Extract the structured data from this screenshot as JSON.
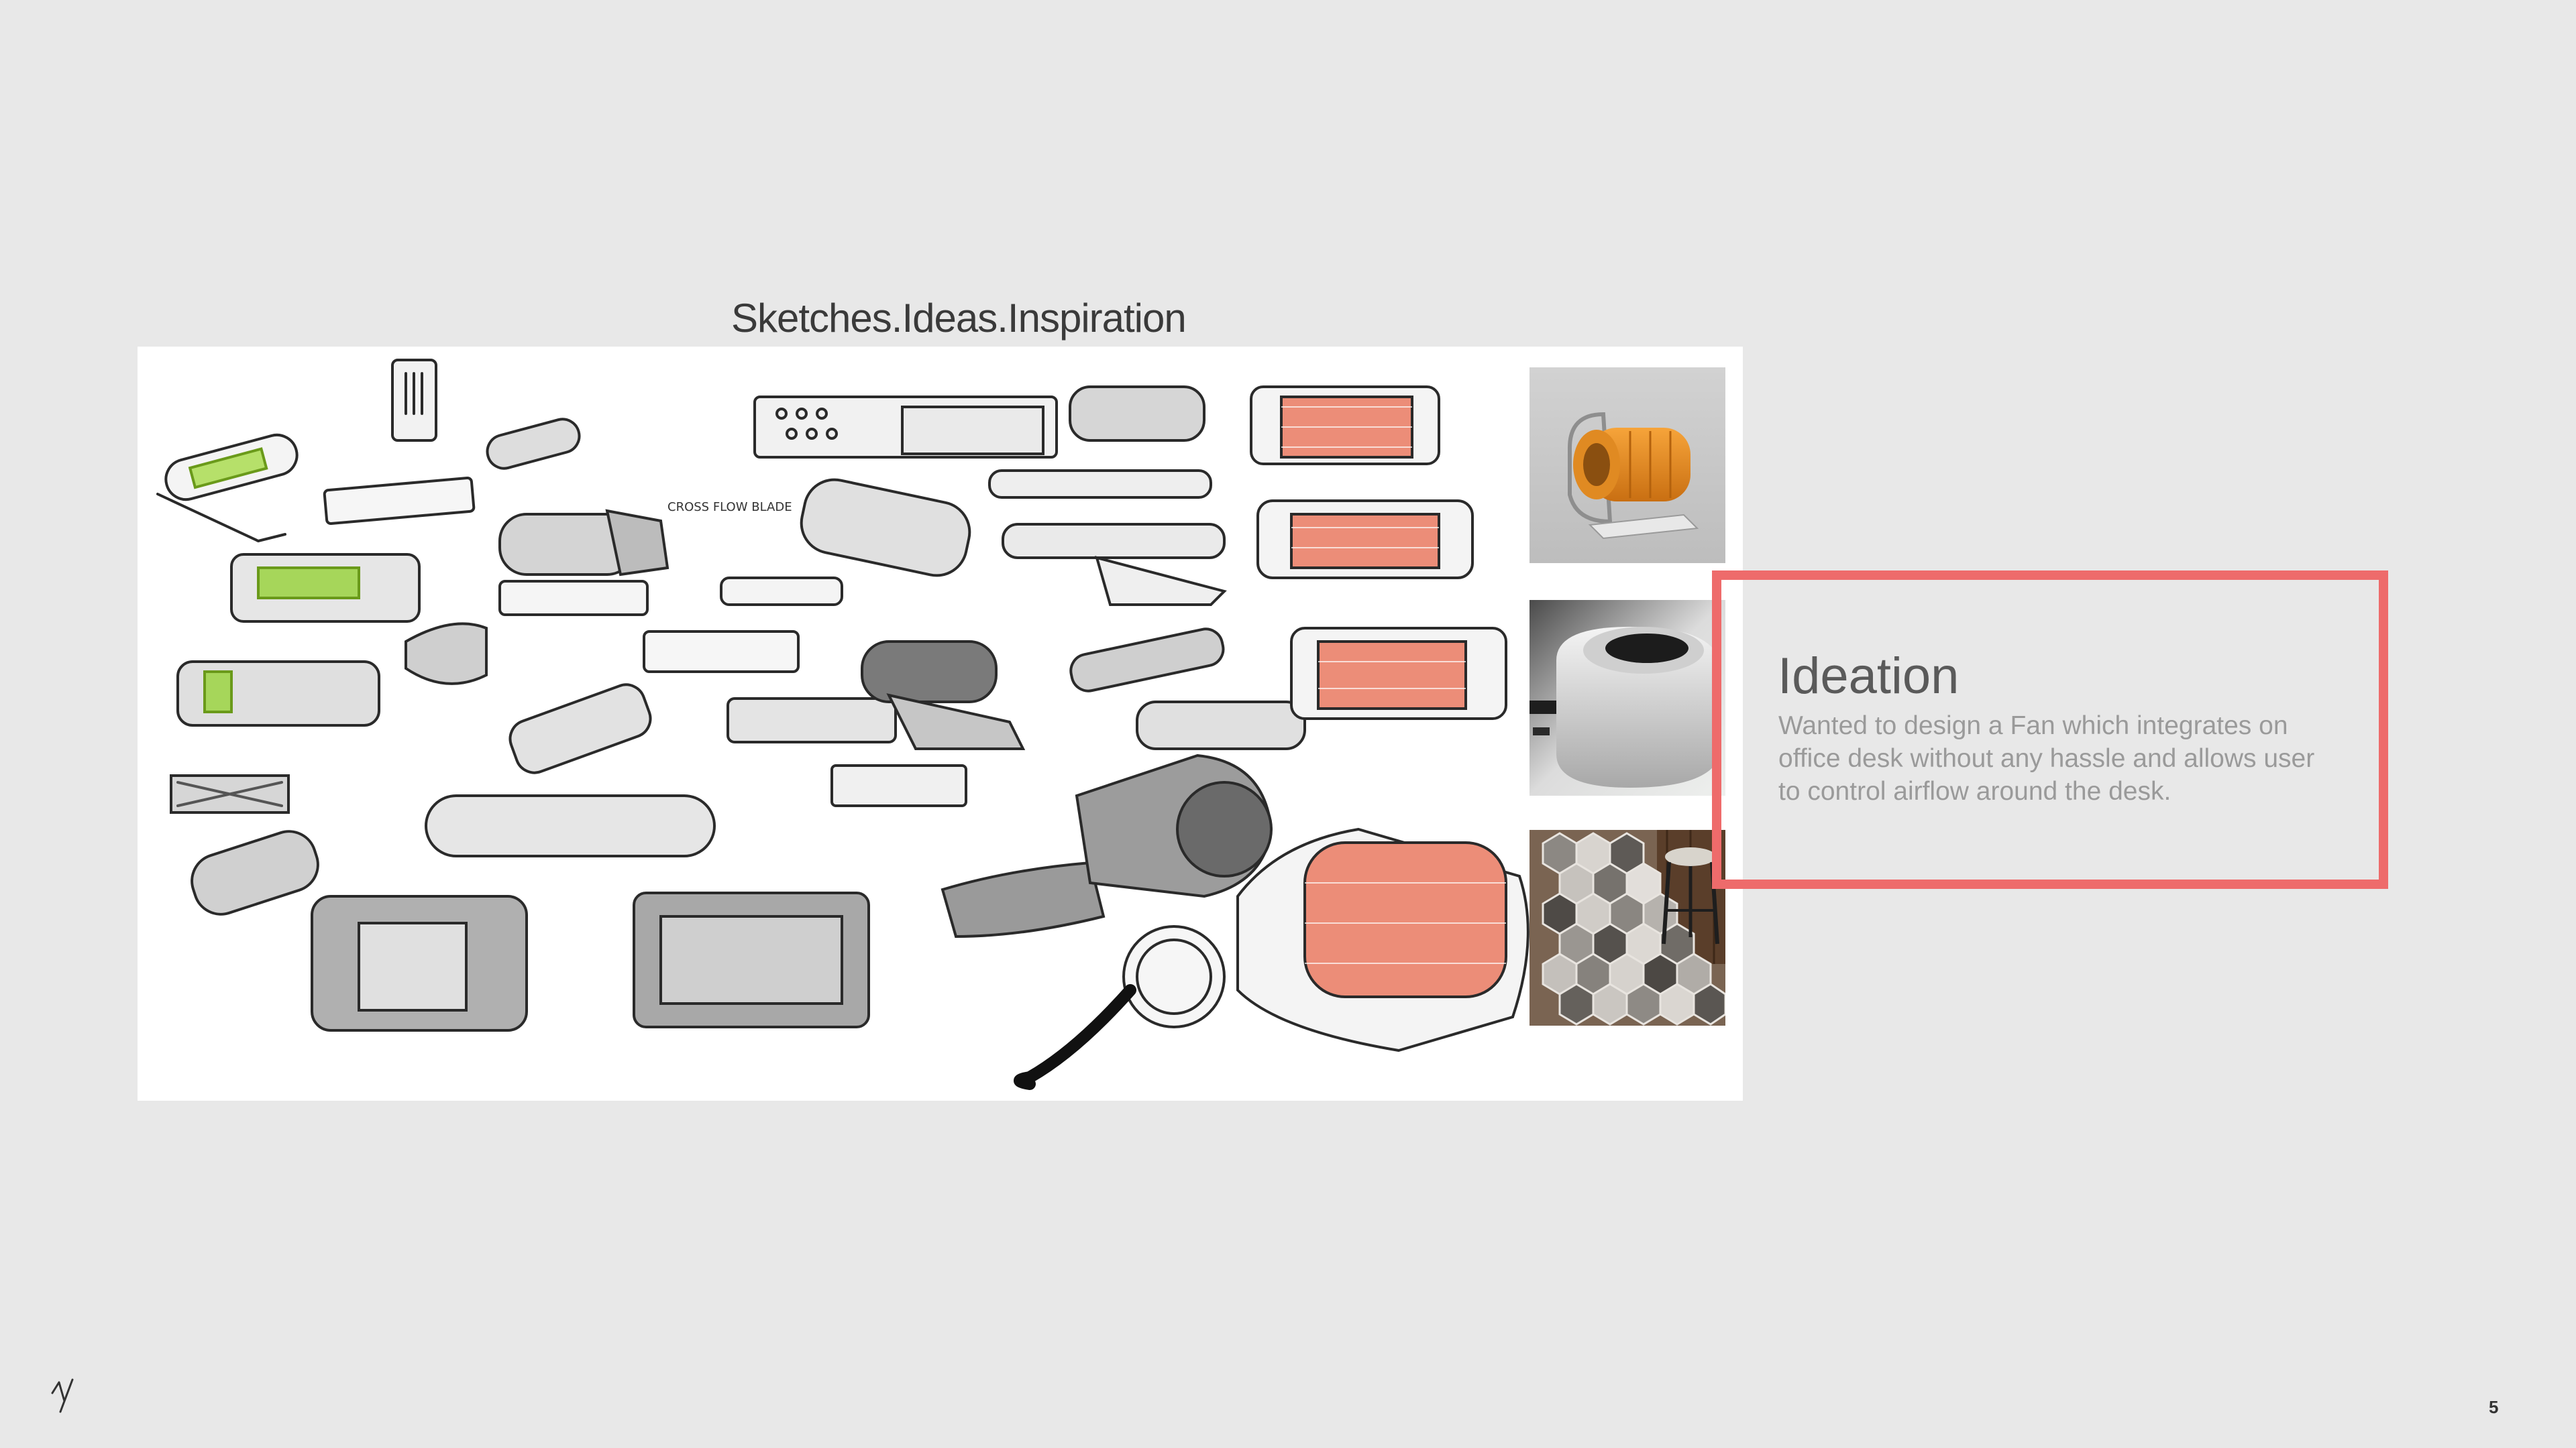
{
  "slide": {
    "section_heading": "Sketches.Ideas.Inspiration",
    "sketch_annotation": "CROSS FLOW BLADE",
    "ideation": {
      "title": "Ideation",
      "description": "Wanted to design a Fan which integrates on office desk without any hassle and allows user to control airflow around the desk."
    },
    "page_number": "5"
  },
  "colors": {
    "background": "#e8e8e8",
    "highlight_frame": "#ee6b6b",
    "sketch_accent_orange": "#e8826b",
    "sketch_accent_green": "#9ccc3a"
  },
  "images": [
    "sketch-collage",
    "orange-desk-fan-render",
    "silver-round-device-render",
    "hexagon-tile-floor-with-stool"
  ]
}
